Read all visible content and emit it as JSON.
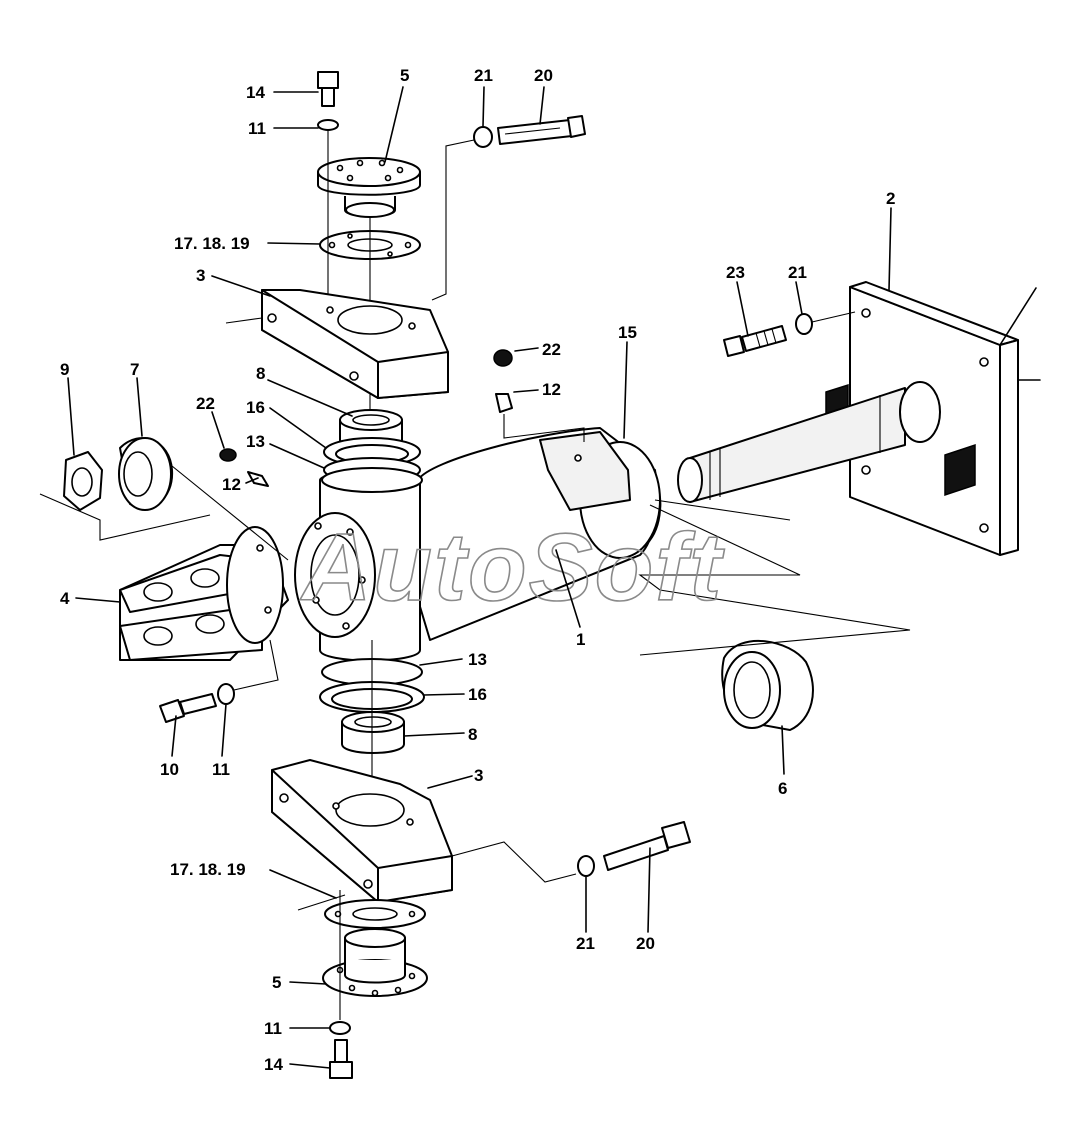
{
  "diagram": {
    "watermark": "AutoSoft",
    "callouts": [
      {
        "id": "c-14-top",
        "text": "14"
      },
      {
        "id": "c-11-top",
        "text": "11"
      },
      {
        "id": "c-5-top",
        "text": "5"
      },
      {
        "id": "c-21-top",
        "text": "21"
      },
      {
        "id": "c-20-top",
        "text": "20"
      },
      {
        "id": "c-171819-top",
        "text": "17. 18. 19"
      },
      {
        "id": "c-3-top",
        "text": "3"
      },
      {
        "id": "c-2",
        "text": "2"
      },
      {
        "id": "c-23",
        "text": "23"
      },
      {
        "id": "c-21-right",
        "text": "21"
      },
      {
        "id": "c-22-mid",
        "text": "22"
      },
      {
        "id": "c-12-mid",
        "text": "12"
      },
      {
        "id": "c-15",
        "text": "15"
      },
      {
        "id": "c-9",
        "text": "9"
      },
      {
        "id": "c-7",
        "text": "7"
      },
      {
        "id": "c-8-top",
        "text": "8"
      },
      {
        "id": "c-22-left",
        "text": "22"
      },
      {
        "id": "c-16-top",
        "text": "16"
      },
      {
        "id": "c-13-top",
        "text": "13"
      },
      {
        "id": "c-12-left",
        "text": "12"
      },
      {
        "id": "c-4",
        "text": "4"
      },
      {
        "id": "c-1",
        "text": "1"
      },
      {
        "id": "c-13-bottom",
        "text": "13"
      },
      {
        "id": "c-16-bottom",
        "text": "16"
      },
      {
        "id": "c-8-bottom",
        "text": "8"
      },
      {
        "id": "c-10",
        "text": "10"
      },
      {
        "id": "c-11-left",
        "text": "11"
      },
      {
        "id": "c-6",
        "text": "6"
      },
      {
        "id": "c-3-bottom",
        "text": "3"
      },
      {
        "id": "c-171819-bottom",
        "text": "17. 18. 19"
      },
      {
        "id": "c-21-bottom",
        "text": "21"
      },
      {
        "id": "c-20-bottom",
        "text": "20"
      },
      {
        "id": "c-5-bottom",
        "text": "5"
      },
      {
        "id": "c-11-bottom",
        "text": "11"
      },
      {
        "id": "c-14-bottom",
        "text": "14"
      }
    ]
  }
}
